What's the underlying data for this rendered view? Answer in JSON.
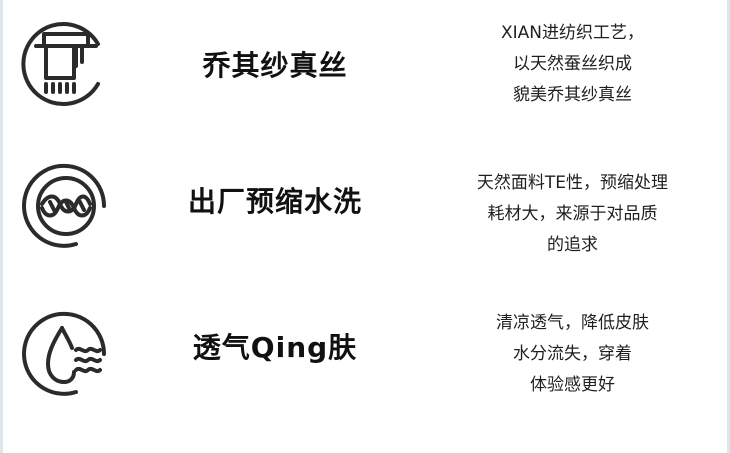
{
  "features": [
    {
      "icon": "towel-rack-icon",
      "title": "乔其纱真丝",
      "desc": [
        "XIAN进纺织工艺，",
        "以天然蚕丝织成",
        "貌美乔其纱真丝"
      ]
    },
    {
      "icon": "twisted-yarn-icon",
      "title": "出厂预缩水洗",
      "desc": [
        "天然面料TE性，预缩处理",
        "耗材大，来源于对品质",
        "的追求"
      ]
    },
    {
      "icon": "breathable-skin-icon",
      "title": "透气Qing肤",
      "desc": [
        "清凉透气，降低皮肤",
        "水分流失，穿着",
        "体验感更好"
      ]
    }
  ],
  "colors": {
    "stroke": "#2b2b2b",
    "text": "#1a1a1a",
    "edge": "#dfe7ea"
  }
}
